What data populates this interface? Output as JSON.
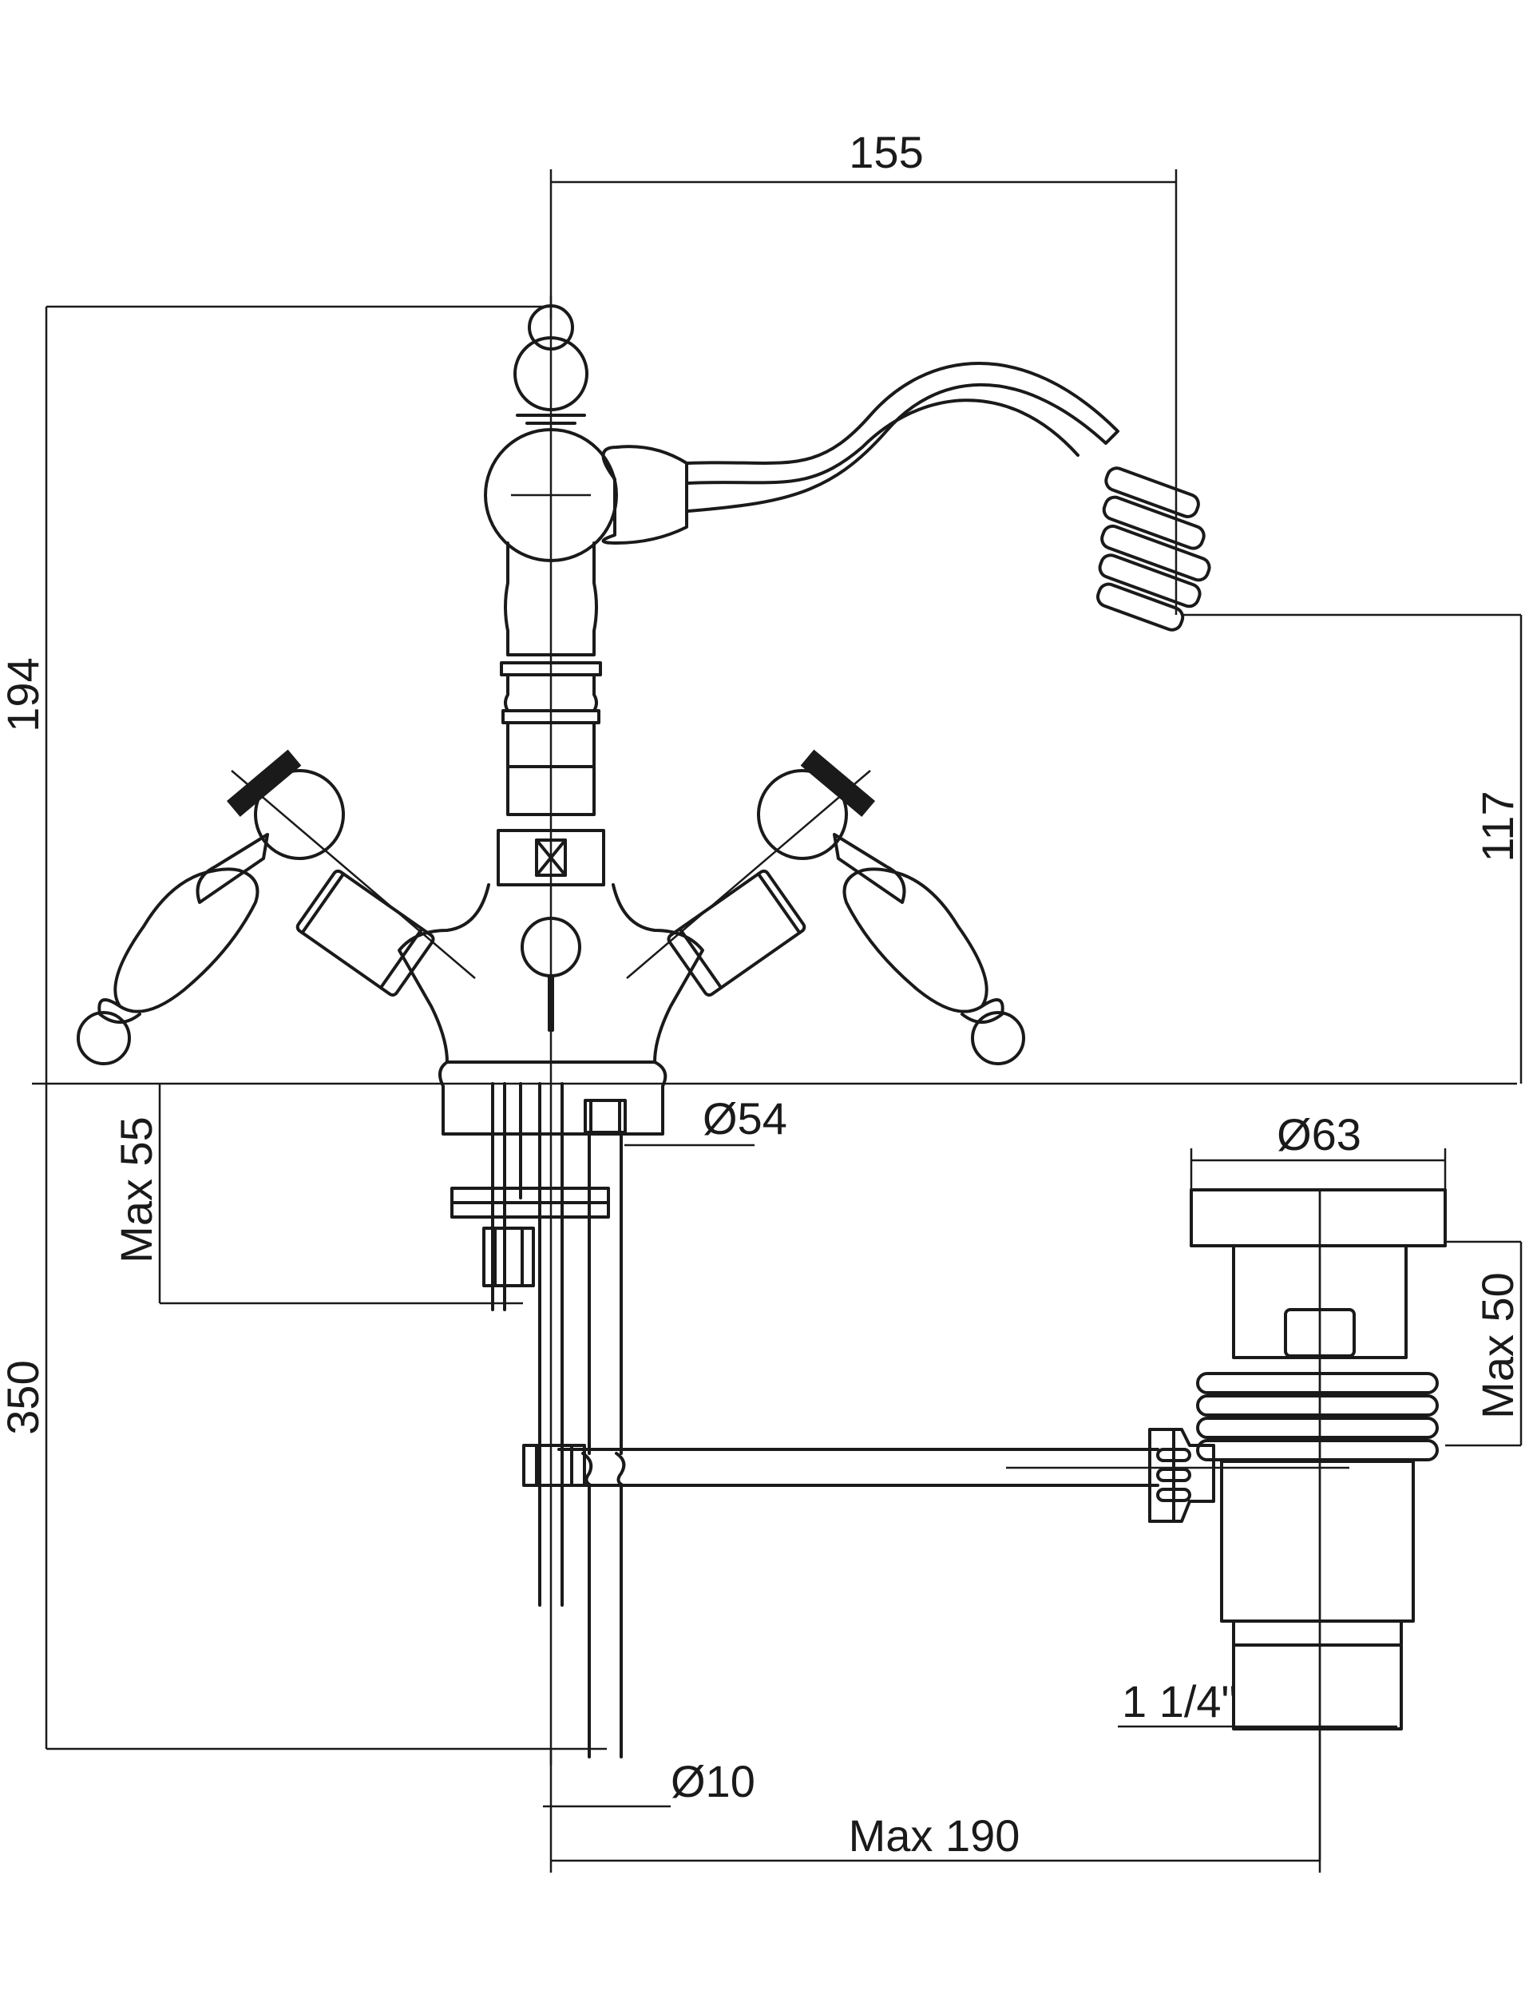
{
  "drawing": {
    "dimensions": {
      "spout_reach": "155",
      "total_height": "194",
      "spout_height": "117",
      "base_diameter": "Ø54",
      "max_thickness": "Max 55",
      "supply_length": "350",
      "waste_diameter": "Ø63",
      "waste_max": "Max 50",
      "waste_thread": "1 1/4\"",
      "rod_diameter": "Ø10",
      "rod_length": "Max 190"
    }
  }
}
